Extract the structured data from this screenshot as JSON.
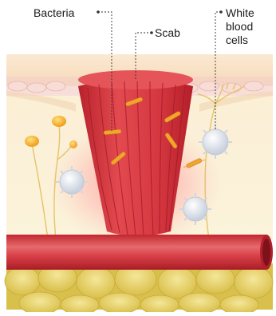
{
  "labels": {
    "bacteria": "Bacteria",
    "scab": "Scab",
    "white_blood_cells_line1": "White",
    "white_blood_cells_line2": "blood",
    "white_blood_cells_line3": "cells"
  },
  "colors": {
    "epidermis": "#f7e3c6",
    "dermis": "#fbf0d2",
    "fat": "#e8d36a",
    "scab": "#d5383f",
    "vessel": "#d84048",
    "bacteria": "#f2a52a",
    "wbc": "#eef1f6",
    "nerve": "#e8c866"
  }
}
